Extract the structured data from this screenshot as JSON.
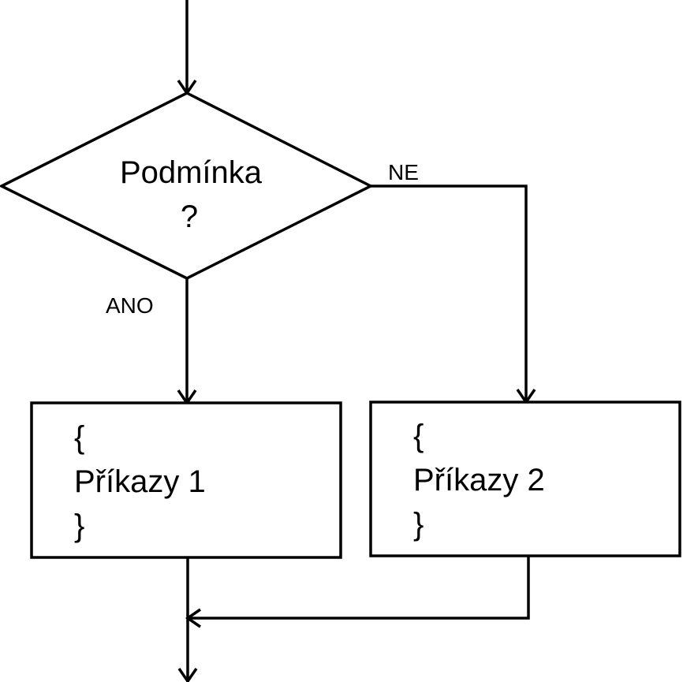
{
  "decision": {
    "line1": "Podmínka",
    "line2": "?"
  },
  "labels": {
    "yes": "ANO",
    "no": "NE"
  },
  "block1": {
    "open": "{",
    "body": "Příkazy 1",
    "close": "}"
  },
  "block2": {
    "open": "{",
    "body": "Příkazy 2",
    "close": "}"
  }
}
